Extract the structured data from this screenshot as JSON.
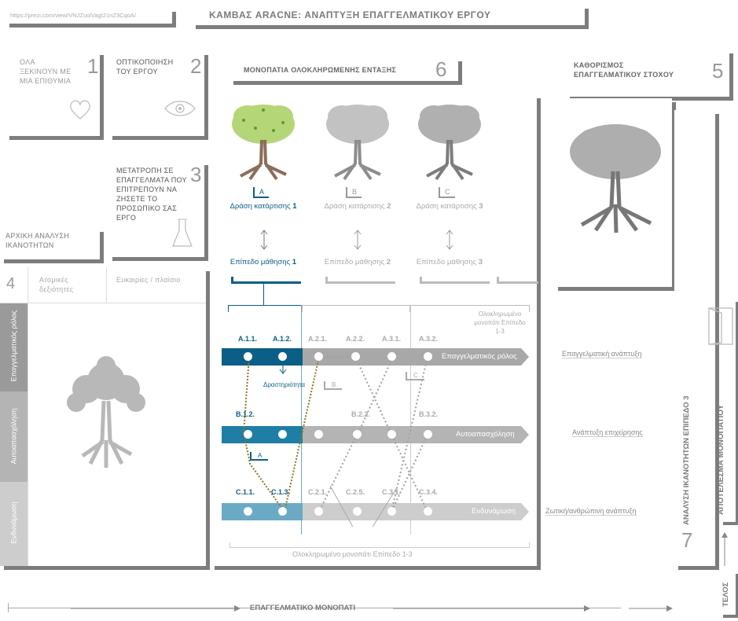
{
  "url": "https://prezi.com/view/VNJZuolVagI21nZ3CqoA/",
  "title": "ΚΑΜΒΑΣ ARACNE: ΑΝΑΠΤΥΞΗ ΕΠΑΓΓΕΛΜΑΤΙΚΟΥ ΕΡΓΟΥ",
  "cards": {
    "c1": {
      "text": "ΟΛΑ ΞΕΚΙΝΟΥΝ ΜΕ ΜΙΑ ΕΠΙΘΥΜΙΑ",
      "num": "1"
    },
    "c2": {
      "text": "ΟΠΤΙΚΟΠΟΙΗΣΗ ΤΟΥ ΕΡΓΟΥ",
      "num": "2"
    },
    "c3": {
      "text": "ΜΕΤΑΤΡΟΠΗ ΣΕ ΕΠΑΓΓΕΛΜΑΤΑ ΠΟΥ ΕΠΙΤΡΕΠΟΥΝ ΝΑ ΖΗΣΕΤΕ ΤΟ ΠΡΟΣΩΠΙΚΟ ΣΑΣ ΕΡΓΟ",
      "num": "3"
    },
    "c4": {
      "text": "ΑΡΧΙΚΗ ΑΝΑΛΥΣΗ ΙΚΑΝΟΤΗΤΩΝ",
      "num": "4"
    },
    "c5": {
      "text": "ΚΑΘΟΡΙΣΜΟΣ ΕΠΑΓΓΕΛΜΑΤΙΚΟΥ ΣΤΟΧΟΥ",
      "num": "5"
    },
    "c6": {
      "text": "ΜΟΝΟΠΑΤΙΑ ΟΛΟΚΛΗΡΩΜΕΝΗΣ ΕΝΤΑΞΗΣ",
      "num": "6"
    },
    "c7": {
      "text": "ΑΝΑΛΥΣΗ ΙΚΑΝΟΤΗΤΩΝ ΕΠΙΠΕΔΟ 3",
      "num": "7"
    }
  },
  "grid4": {
    "col1": "Ατομικές δεξιότητες",
    "col2": "Ευκαιρίες / πλαίσιο"
  },
  "rows": [
    "Επαγγελματικός ρόλος",
    "Αυτοαπασχόληση",
    "Ενδυνάμωση"
  ],
  "trees": [
    {
      "tag": "A",
      "action": "Δράση κατάρτισης",
      "action_num": "1",
      "level": "Επίπεδο μάθησης",
      "level_num": "1"
    },
    {
      "tag": "B",
      "action": "Δράση κατάρτισης",
      "action_num": "2",
      "level": "Επίπεδο μάθησης",
      "level_num": "2"
    },
    {
      "tag": "C",
      "action": "Δράση κατάρτισης",
      "action_num": "3",
      "level": "Επίπεδο μάθησης",
      "level_num": "3"
    }
  ],
  "codes": {
    "r1": [
      "A.1.1.",
      "A.1.2.",
      "A.2.1.",
      "A.2.2.",
      "A.3.1.",
      "A.3.2."
    ],
    "r2": [
      "B.1.2.",
      "B.2.2.",
      "B.3.2."
    ],
    "r3": [
      "C.1.1.",
      "C.1.3.",
      "C.2.1.",
      "C.2.5.",
      "C.3.1.",
      "C.3.4."
    ]
  },
  "labels": {
    "integrated_top": "Ολοκληρωμένο μονοπάτι Επίπεδο 1-3",
    "integrated_bottom": "Ολοκληρωμένο μονοπάτι Επίπεδο 1-3",
    "activity": "Δραστηριότητα",
    "tag_a": "A",
    "tag_b": "B",
    "tag_c": "C"
  },
  "outcomes": [
    "Επαγγελματική ανάπτυξη",
    "Ανάπτυξη επιχείρησης",
    "Ζωτική/ανθρώπινη ανάπτυξη"
  ],
  "result": "ΑΠΟΤΕΛΕΣΜΑ ΜΟΝΟΠΑΤΙΟΥ",
  "end": "ΤΕΛΟΣ",
  "bottom": "ΕΠΑΓΓΕΛΜΑΤΙΚΟ ΜΟΝΟΠΑΤΙ",
  "colors": {
    "dark_blue": "#0b5f86",
    "mid_blue": "#1f7ea6",
    "light_blue": "#6aaac5",
    "grey_bar": "#a8a8a8",
    "green": "#8aa82c"
  }
}
